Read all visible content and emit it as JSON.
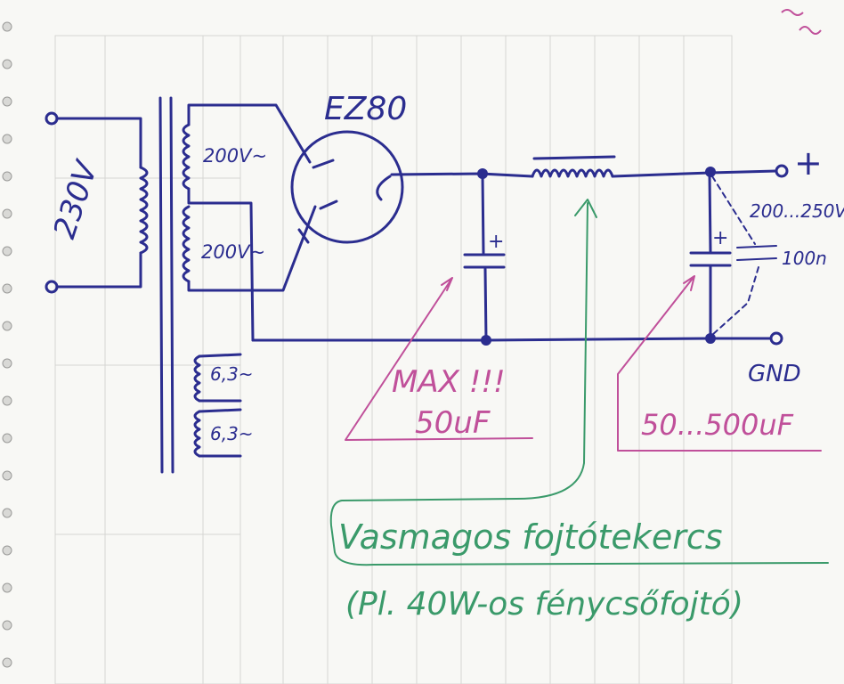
{
  "schematic": {
    "mains_voltage": "230V",
    "tube_label": "EZ80",
    "winding_hv_1": "200V~",
    "winding_hv_2": "200V~",
    "winding_heater_1": "6,3~",
    "winding_heater_2": "6,3~",
    "output_plus": "+",
    "output_voltage": "200...250V",
    "bypass_cap": "100n",
    "ground_label": "GND",
    "cap_polarity_1": "+",
    "cap_polarity_2": "+"
  },
  "annotations": {
    "first_cap_warning_line1": "MAX !!!",
    "first_cap_warning_line2": "50uF",
    "second_cap_range": "50...500uF",
    "choke_note_line1": "Vasmagos fojtótekercs",
    "choke_note_line2": "(Pl. 40W-os fénycsőfojtó)"
  },
  "colors": {
    "circuit_ink": "#2b2d8f",
    "note_pink": "#c0509a",
    "note_green": "#3a9a6a"
  }
}
